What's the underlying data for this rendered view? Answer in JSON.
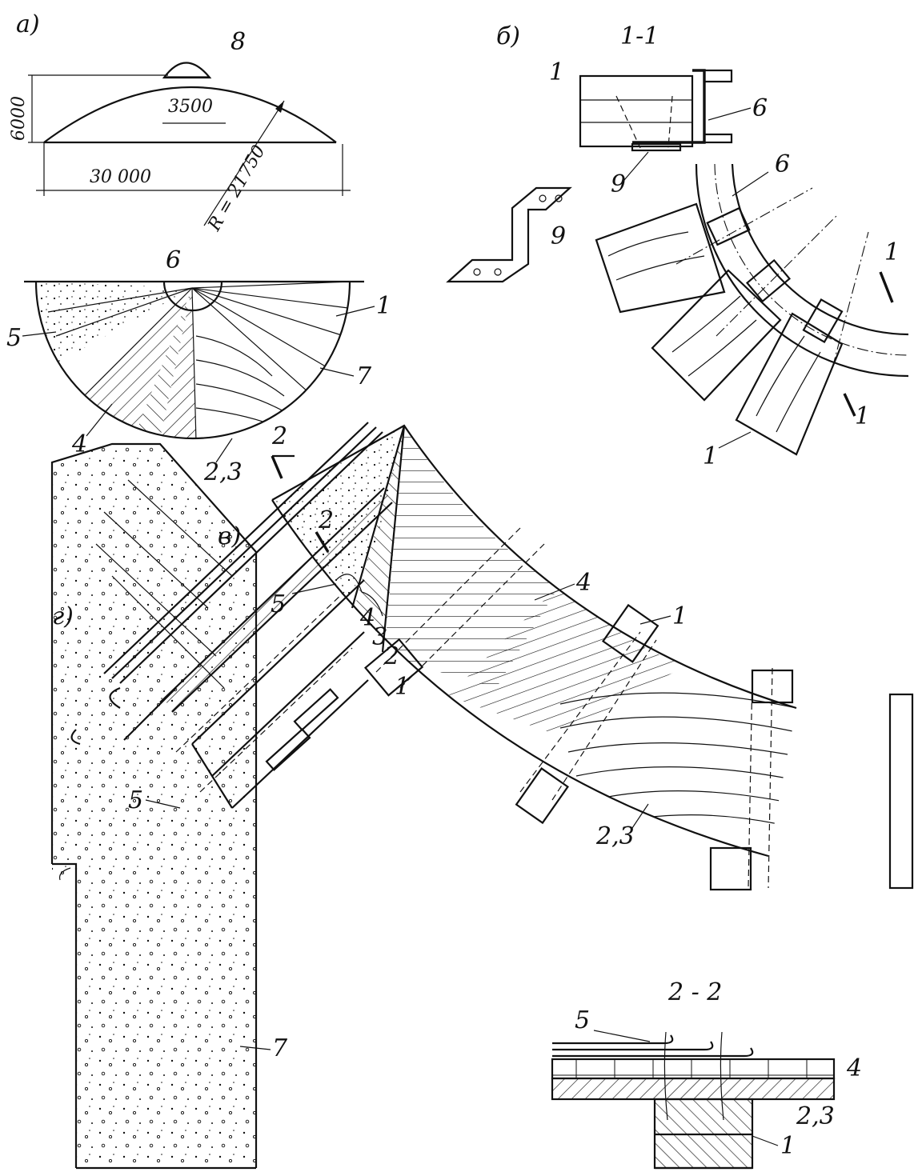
{
  "panels": {
    "a": {
      "tag": "а)",
      "span": "30 000",
      "rise": "6000",
      "lantern_width": "3500",
      "radius": "R = 21750"
    },
    "b": {
      "tag": "б)",
      "section": "1-1"
    },
    "v": {
      "tag": "в)"
    },
    "g": {
      "tag": "г)"
    },
    "s22": {
      "section": "2 - 2"
    }
  },
  "callouts": {
    "n1": "1",
    "n2": "2",
    "n3": "3",
    "n4": "4",
    "n5": "5",
    "n6": "6",
    "n7": "7",
    "n8": "8",
    "n9": "9",
    "n23": "2,3"
  },
  "colors": {
    "ink": "#111111",
    "paper": "#ffffff"
  }
}
